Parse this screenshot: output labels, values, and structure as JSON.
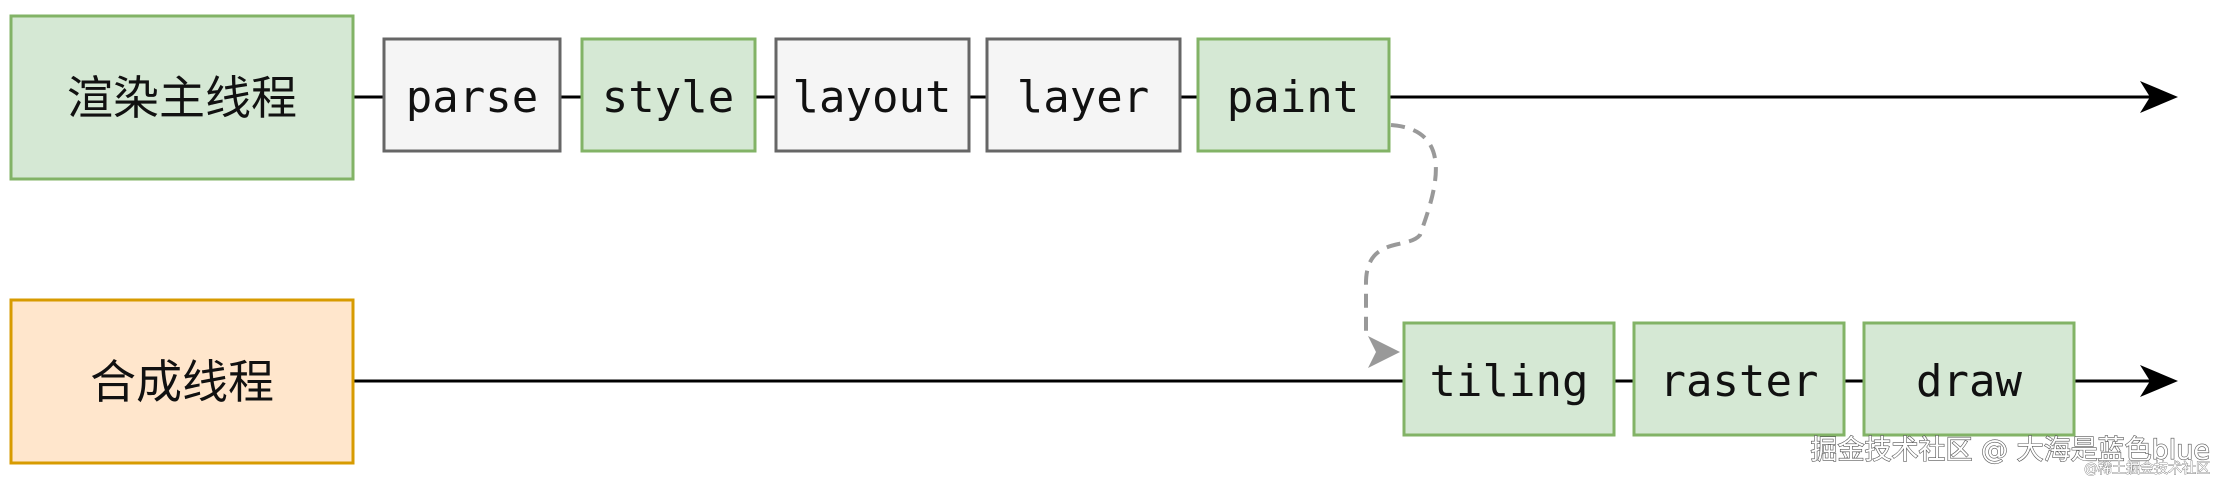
{
  "threads": {
    "main": {
      "label": "渲染主线程",
      "fill": "#D5E8D4",
      "stroke": "#82B366",
      "stages": [
        {
          "label": "parse",
          "fill": "#F5F5F5",
          "stroke": "#666666"
        },
        {
          "label": "style",
          "fill": "#D5E8D4",
          "stroke": "#82B366"
        },
        {
          "label": "layout",
          "fill": "#F5F5F5",
          "stroke": "#666666"
        },
        {
          "label": "layer",
          "fill": "#F5F5F5",
          "stroke": "#666666"
        },
        {
          "label": "paint",
          "fill": "#D5E8D4",
          "stroke": "#82B366"
        }
      ]
    },
    "compositor": {
      "label": "合成线程",
      "fill": "#FFE6CC",
      "stroke": "#D79B00",
      "stages": [
        {
          "label": "tiling",
          "fill": "#D5E8D4",
          "stroke": "#82B366"
        },
        {
          "label": "raster",
          "fill": "#D5E8D4",
          "stroke": "#82B366"
        },
        {
          "label": "draw",
          "fill": "#D5E8D4",
          "stroke": "#82B366"
        }
      ]
    }
  },
  "connector": {
    "from": "paint",
    "to": "tiling",
    "style": "dashed",
    "color": "#999999"
  },
  "timeline_color": "#000000",
  "watermark": {
    "main": "掘金技术社区 @ 大海是蓝色blue",
    "sub": "@稀土掘金技术社区"
  }
}
